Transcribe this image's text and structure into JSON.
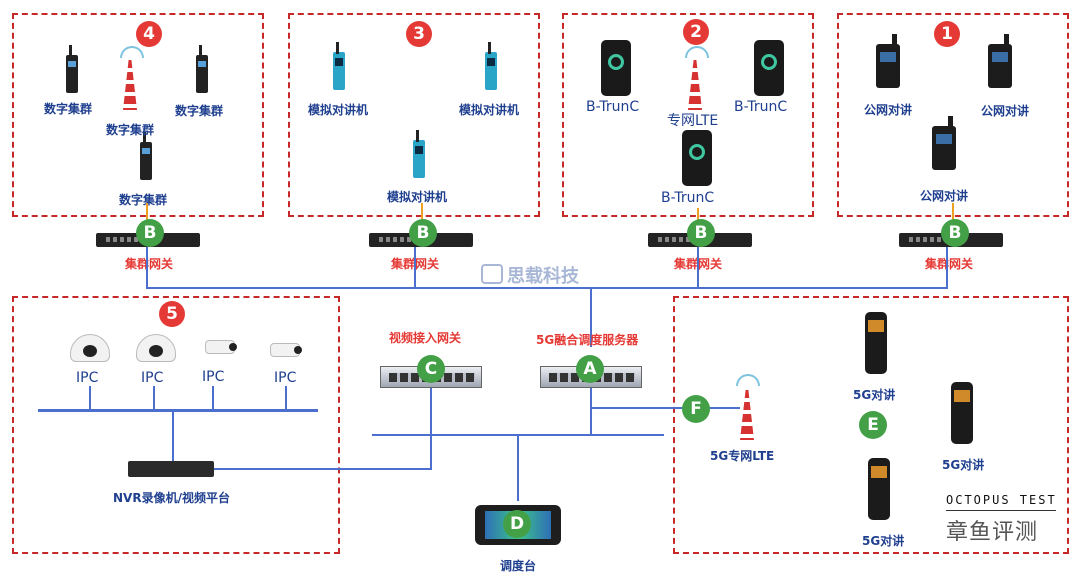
{
  "zones": {
    "z4": {
      "badge": "4",
      "labels": [
        "数字集群",
        "数字集群",
        "数字集群",
        "数字集群"
      ]
    },
    "z3": {
      "badge": "3",
      "labels": [
        "模拟对讲机",
        "模拟对讲机",
        "模拟对讲机"
      ]
    },
    "z2": {
      "badge": "2",
      "labels": [
        "B-TrunC",
        "专网LTE",
        "B-TrunC",
        "B-TrunC"
      ]
    },
    "z1": {
      "badge": "1",
      "labels": [
        "公网对讲",
        "公网对讲",
        "公网对讲"
      ]
    },
    "z5": {
      "badge": "5",
      "ipc": [
        "IPC",
        "IPC",
        "IPC",
        "IPC"
      ],
      "nvr": "NVR录像机/视频平台"
    },
    "z6": {
      "labels": [
        "5G对讲",
        "5G对讲",
        "5G对讲",
        "5G专网LTE"
      ],
      "badge": "E"
    }
  },
  "gateways": {
    "label": "集群网关",
    "badge": "B"
  },
  "watermark": "思载科技",
  "center": {
    "video_gateway": {
      "label": "视频接入网关",
      "badge": "C"
    },
    "server": {
      "label": "5G融合调度服务器",
      "badge": "A"
    },
    "console": {
      "label": "调度台",
      "badge": "D"
    },
    "lte_badge": "F"
  },
  "brand": {
    "en": "OCTOPUS TEST",
    "cn": "章鱼评测"
  }
}
